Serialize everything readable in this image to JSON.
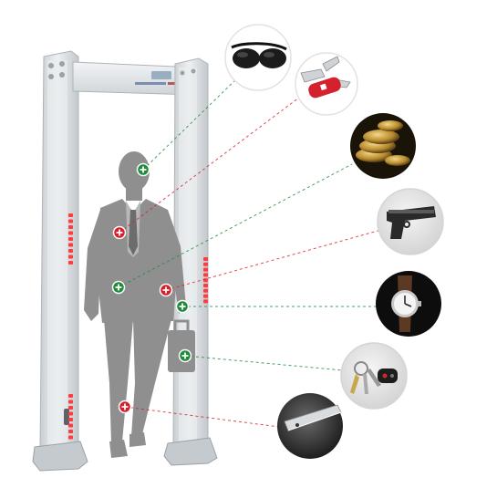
{
  "gate": {
    "frame_color": "#d9dde0",
    "panel_color": "#e6e9eb",
    "led_color": "#ff3b3b",
    "header_display_color": "#a9b8c8"
  },
  "person": {
    "silhouette_color": "#8f8f8f"
  },
  "markers": {
    "safe_color": "#1f8a3a",
    "alert_color": "#d81e2a",
    "items": [
      {
        "icon": "plus-icon",
        "kind": "safe"
      },
      {
        "icon": "plus-icon",
        "kind": "alert"
      },
      {
        "icon": "plus-icon",
        "kind": "safe"
      },
      {
        "icon": "plus-icon",
        "kind": "alert"
      },
      {
        "icon": "plus-icon",
        "kind": "safe"
      },
      {
        "icon": "plus-icon",
        "kind": "safe"
      },
      {
        "icon": "plus-icon",
        "kind": "alert"
      }
    ]
  },
  "detected_items": [
    {
      "icon": "sunglasses-icon"
    },
    {
      "icon": "pocket-knife-icon"
    },
    {
      "icon": "coins-icon"
    },
    {
      "icon": "pistol-icon"
    },
    {
      "icon": "wristwatch-icon"
    },
    {
      "icon": "keys-icon"
    },
    {
      "icon": "blade-icon"
    }
  ]
}
